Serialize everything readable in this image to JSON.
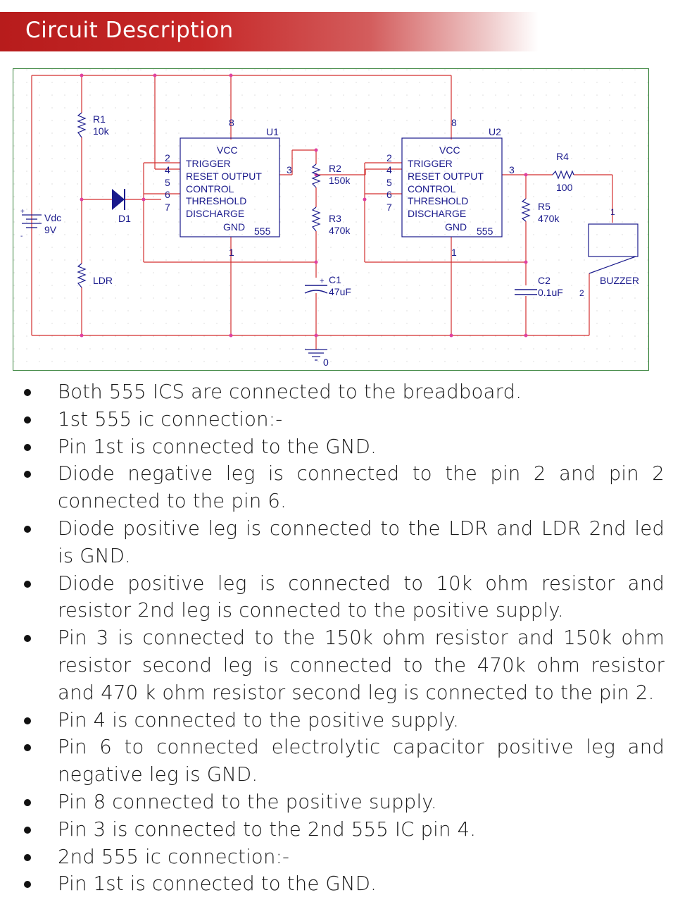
{
  "header": {
    "title": "Circuit Description"
  },
  "schematic": {
    "labels": {
      "r1_name": "R1",
      "r1_value": "10k",
      "vdc_name": "Vdc",
      "vdc_value": "9V",
      "d1_name": "D1",
      "ldr_name": "LDR",
      "u1_name": "U1",
      "u2_name": "U2",
      "ic_pin_vcc": "VCC",
      "ic_pin_trigger": "TRIGGER",
      "ic_pin_reset_output": "RESET OUTPUT",
      "ic_pin_control": "CONTROL",
      "ic_pin_threshold": "THRESHOLD",
      "ic_pin_discharge": "DISCHARGE",
      "ic_pin_gnd": "GND",
      "ic_type": "555",
      "pin_2": "2",
      "pin_4": "4",
      "pin_5": "5",
      "pin_6": "6",
      "pin_7": "7",
      "pin_8": "8",
      "pin_3": "3",
      "pin_1": "1",
      "r2_name": "R2",
      "r2_value": "150k",
      "r3_name": "R3",
      "r3_value": "470k",
      "c1_name": "C1",
      "c1_value": "47uF",
      "c1_plus": "+",
      "ground_label": "0",
      "r4_name": "R4",
      "r4_value": "100",
      "r5_name": "R5",
      "r5_value": "470k",
      "c2_name": "C2",
      "c2_value": "0.1uF",
      "buzzer_name": "BUZZER",
      "buzzer_pin_1": "1",
      "buzzer_pin_2": "2",
      "vdc_plus": "+",
      "vdc_minus": "-"
    }
  },
  "bullets": [
    "Both 555 ICS are connected to the breadboard.",
    "1st 555 ic connection:-",
    "Pin 1st is connected to the GND.",
    "Diode negative leg is connected to the pin 2 and pin 2 connected to the pin 6.",
    "Diode positive leg is connected to the LDR and LDR 2nd led is GND.",
    "Diode positive leg is connected to 10k ohm resistor and resistor 2nd leg is connected to the positive supply.",
    "Pin 3 is connected to the 150k ohm resistor and 150k ohm resistor second leg is connected to the 470k ohm resistor and 470 k ohm resistor second leg is connected to the pin 2.",
    "Pin 4 is connected to the positive supply.",
    "Pin 6 to connected electrolytic capacitor positive leg and negative leg is GND.",
    "Pin 8 connected to the positive supply.",
    "Pin 3 is connected to the 2nd 555 IC pin 4.",
    "2nd 555 ic connection:-",
    "Pin 1st is connected to the GND."
  ]
}
